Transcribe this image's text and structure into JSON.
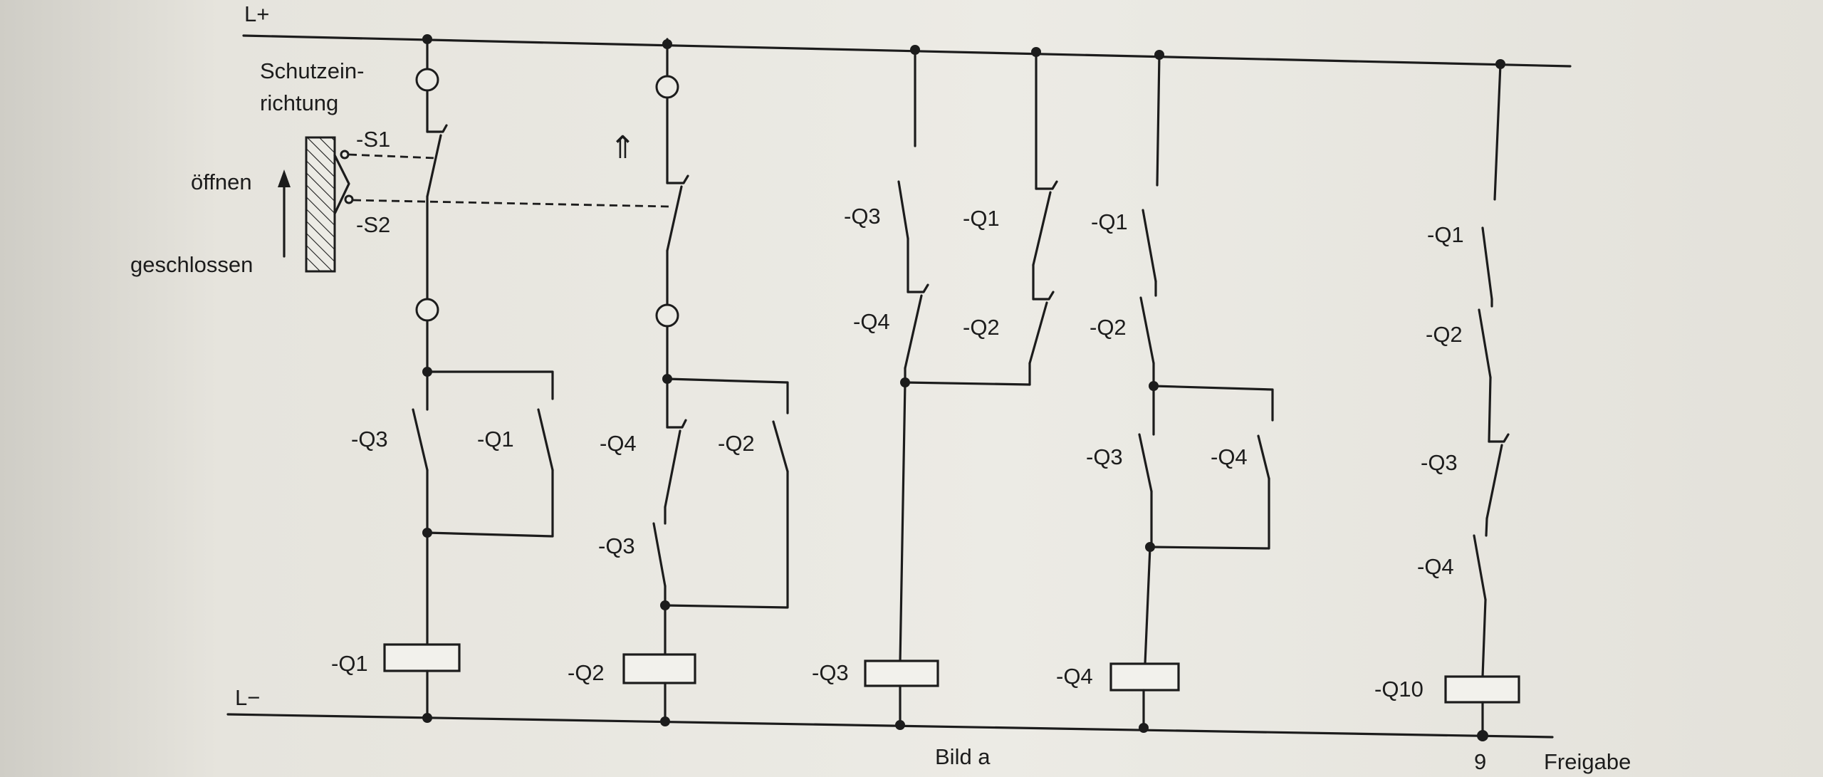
{
  "rails": {
    "top": "L+",
    "bottom": "L−"
  },
  "protective_device": {
    "label_line1": "Schutzein-",
    "label_line2": "richtung",
    "switch_s1": "-S1",
    "switch_s2": "-S2",
    "open_label": "öffnen",
    "closed_label": "geschlossen",
    "arrow_symbol": "⇑"
  },
  "contacts": {
    "c1_q3": "-Q3",
    "c1_q1": "-Q1",
    "c2_q4": "-Q4",
    "c2_q2": "-Q2",
    "c2_q3": "-Q3",
    "c3_q3": "-Q3",
    "c3_q4": "-Q4",
    "c4_q1": "-Q1",
    "c4_q2": "-Q2",
    "c5_q1": "-Q1",
    "c5_q2": "-Q2",
    "c5_q3": "-Q3",
    "c5_q4": "-Q4",
    "c6_q1": "-Q1",
    "c6_q2": "-Q2",
    "c6_q3": "-Q3",
    "c6_q4": "-Q4"
  },
  "coils": {
    "q1": "-Q1",
    "q2": "-Q2",
    "q3": "-Q3",
    "q4": "-Q4",
    "q10": "-Q10"
  },
  "caption": "Bild a",
  "terminal": {
    "number": "9",
    "label": "Freigabe"
  }
}
